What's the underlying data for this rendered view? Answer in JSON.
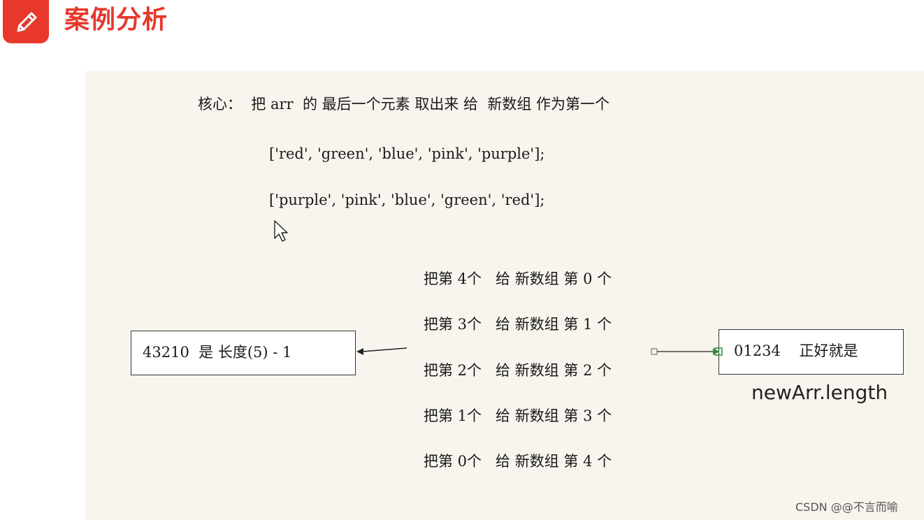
{
  "header": {
    "title": "案例分析",
    "icon": "pencil-icon",
    "accent_color": "#e8382c"
  },
  "slide": {
    "core_text": "核心：  把 arr  的 最后一个元素 取出来 给  新数组 作为第一个",
    "original_array": "['red', 'green', 'blue', 'pink', 'purple'];",
    "reversed_array": "['purple', 'pink', 'blue', 'green', 'red'];",
    "steps": [
      "把第 4个   给 新数组 第 0 个",
      "把第 3个   给 新数组 第 1 个",
      "把第 2个   给 新数组 第 2 个",
      "把第 1个   给 新数组 第 3 个",
      "把第 0个   给 新数组 第 4 个"
    ],
    "left_box": "43210  是 长度(5) - 1",
    "right_box": "01234    正好就是",
    "right_label": "newArr.length"
  },
  "watermark": "CSDN @@不言而喻",
  "background_color": "#f8f5ee"
}
